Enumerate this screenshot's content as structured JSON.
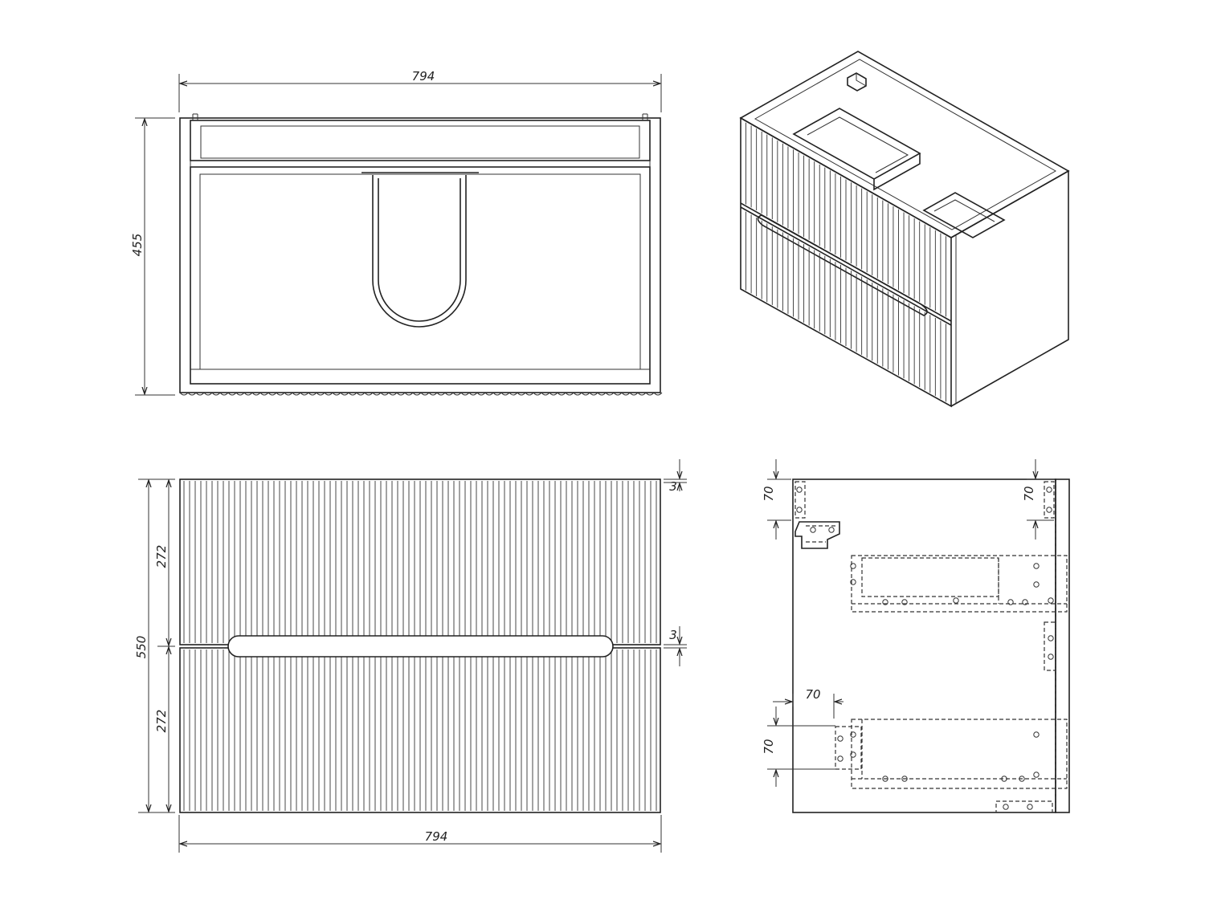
{
  "views": {
    "top": {
      "width_label": "794",
      "height_label": "455"
    },
    "front": {
      "width_label": "794",
      "height_label": "550",
      "upper_drawer_label": "272",
      "lower_drawer_label": "272",
      "top_gap_label": "3",
      "mid_gap_label": "3"
    },
    "back": {
      "top_left_label": "70",
      "top_right_label": "70",
      "mid_horizontal_label": "70",
      "mid_vertical_label": "70"
    }
  },
  "colors": {
    "line": "#222222",
    "background": "#ffffff"
  }
}
